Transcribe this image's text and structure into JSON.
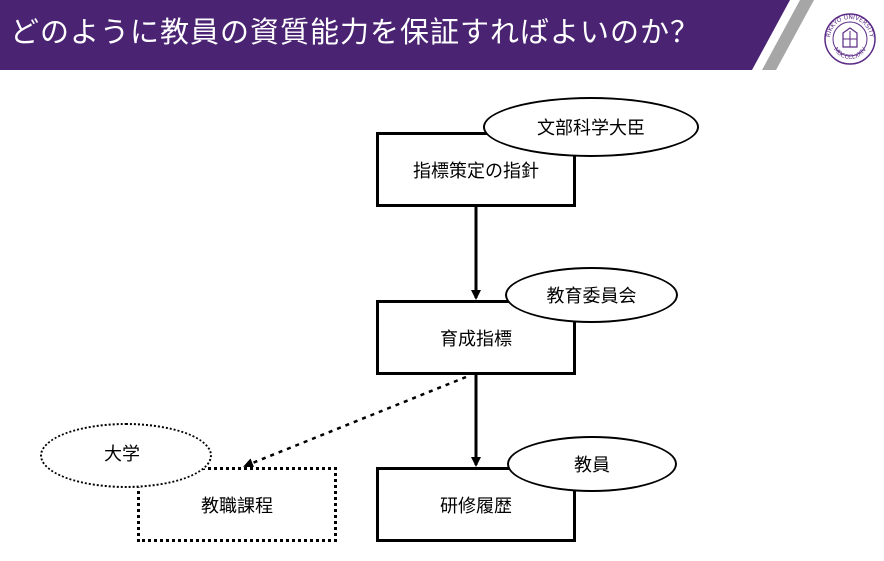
{
  "slide": {
    "title": "どのように教員の資質能力を保証すればよいのか？"
  },
  "logo": {
    "name": "RIKKYO UNIVERSITY",
    "motto": "MDCCCLXXIV"
  },
  "colors": {
    "header_purple": "#4b2373",
    "accent_gray": "#a6a6a6"
  },
  "diagram": {
    "nodes": {
      "guideline": {
        "label": "指標策定の指針"
      },
      "indicator": {
        "label": "育成指標"
      },
      "training": {
        "label": "研修履歴"
      },
      "curriculum": {
        "label": "教職課程"
      }
    },
    "actors": {
      "minister": {
        "label": "文部科学大臣"
      },
      "board": {
        "label": "教育委員会"
      },
      "teacher": {
        "label": "教員"
      },
      "university": {
        "label": "大学"
      }
    }
  }
}
